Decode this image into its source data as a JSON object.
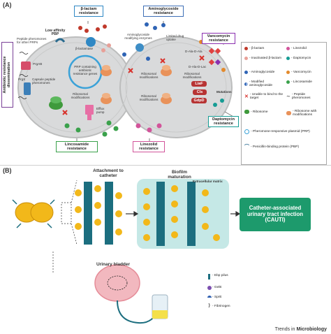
{
  "panel_a": {
    "letter": "(A)",
    "side_label": "Antibiotic resistance dissemination",
    "resistance_boxes": {
      "beta_lactam": "β-lactam resistance",
      "aminoglycoside": "Aminoglycoside resistance",
      "vancomycin": "Vancomycin resistance",
      "lincosamide": "Lincosamide resistance",
      "linezolid": "Linezolid resistance",
      "daptomycin": "Daptomycin resistance"
    },
    "labels": {
      "low_affinity_pbp": "Low affinity PBP",
      "beta_lactamase": "β-lactamase",
      "aminoglycoside_enzymes": "Aminoglycoside modifying enzymes",
      "limited_drug_uptake": "Limited drug uptake",
      "peptide_pheromones": "Peptide pheromones for other PRPs",
      "prgab": "PrgAB",
      "prgx": "PrgX",
      "capsule": "Capsule peptide pheromones",
      "prp_text": "PRP containing antibiotic resistance genes",
      "ribosomal_mod_1": "Ribosomal modifications",
      "ribosomal_mod_2": "Ribosomal modifications",
      "ribosomal_mod_3": "Ribosomal modifications",
      "ribosomal_mod_4": "Ribosomal modifications",
      "efflux_pump": "Efflux pump",
      "d_ala_d_ala": "D-Ala-D-Ala",
      "d_ala_d_lac": "D-Ala-D-Lac",
      "mutations": "Mutations"
    },
    "genes": [
      "LiaF",
      "Cls",
      "GdpD"
    ],
    "legend": [
      {
        "text": "- β-lactam",
        "icon": "red-circle",
        "color": "#c0392b"
      },
      {
        "text": "- Linezolid",
        "icon": "pink-circle",
        "color": "#d2549a"
      },
      {
        "text": "- Inactivated β-lactam",
        "icon": "pale-red-circle",
        "color": "#e8a098"
      },
      {
        "text": "- Daptomycin",
        "icon": "teal-circle",
        "color": "#169c94"
      },
      {
        "text": "- Aminoglycoside",
        "icon": "blue-circle",
        "color": "#2f64b5"
      },
      {
        "text": "- Vancomycin",
        "icon": "orange-circle",
        "color": "#e38a2c"
      },
      {
        "text": "- Modified aminoglycoside",
        "icon": "half-blue-circle",
        "color": "#2f64b5"
      },
      {
        "text": "- Lincosamide",
        "icon": "green-circle",
        "color": "#3aa14b"
      },
      {
        "text": "- Unable to bind to the target",
        "icon": "red-x-icon",
        "color": "#d8322c"
      },
      {
        "text": "- Peptide pheromones",
        "icon": "wavy-line-icon",
        "color": "#222222"
      },
      {
        "text": "- Ribosome",
        "icon": "ribosome-icon",
        "color": "#3f9a3c"
      },
      {
        "text": "- Ribosome with modifications",
        "icon": "modified-ribosome-icon",
        "color": "#e9925a"
      },
      {
        "text": "- Pheromone-responsive plasmid (PRP)",
        "icon": "plasmid-icon",
        "color": "#3ba2d8"
      },
      {
        "text": "- Penicillin-binding protein (PBP)",
        "icon": "pbp-icon",
        "color": "#2a6b8f"
      }
    ]
  },
  "panel_b": {
    "letter": "(B)",
    "attachment": "Attachment to catheter",
    "biofilm": "Biofilm maturation",
    "matrix": "Extracellular matrix",
    "cauti": "Catheter-associated urinary tract infection (CAUTI)",
    "bladder": "Urinary bladder",
    "legend": [
      {
        "text": "- Ebp pilus",
        "icon": "ebp-pilus-icon"
      },
      {
        "text": "- GelE",
        "icon": "gele-icon"
      },
      {
        "text": "- SprE",
        "icon": "spre-icon"
      },
      {
        "text": "- Fibrinogen",
        "icon": "fibrinogen-icon"
      }
    ]
  },
  "credit": {
    "prefix": "Trends in ",
    "journal": "Microbiology"
  },
  "colors": {
    "cell": "#d7d8d8",
    "cauti_box": "#1d9a6c",
    "bacteria": "#f2b81a",
    "catheter": "#1c6e7f",
    "biofilm": "#bfe6e3"
  }
}
